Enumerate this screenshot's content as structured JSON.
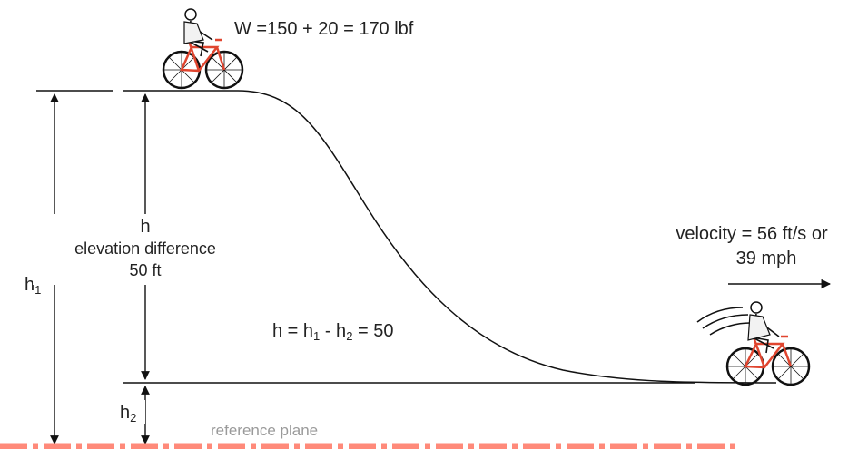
{
  "weight_label": "W =150 + 20 = 170 lbf",
  "h_symbol": "h",
  "elevation_label": "elevation difference",
  "elevation_value": "50 ft",
  "h1_label": "h",
  "h1_sub": "1",
  "h2_label": "h",
  "h2_sub": "2",
  "equation": {
    "a": "h = h",
    "sub1": "1",
    "b": " - h",
    "sub2": "2",
    "c": " = 50"
  },
  "velocity_line1": "velocity = 56 ft/s or",
  "velocity_line2": "39 mph",
  "reference_plane": "reference plane",
  "colors": {
    "line": "#111111",
    "bike_frame": "#e0452f",
    "ground_dashes": "#ff8a7a",
    "reference_text": "#9a9a9a"
  },
  "icons": [
    "cyclist-top-icon",
    "cyclist-bottom-icon",
    "velocity-arrow-icon",
    "motion-lines-icon"
  ]
}
